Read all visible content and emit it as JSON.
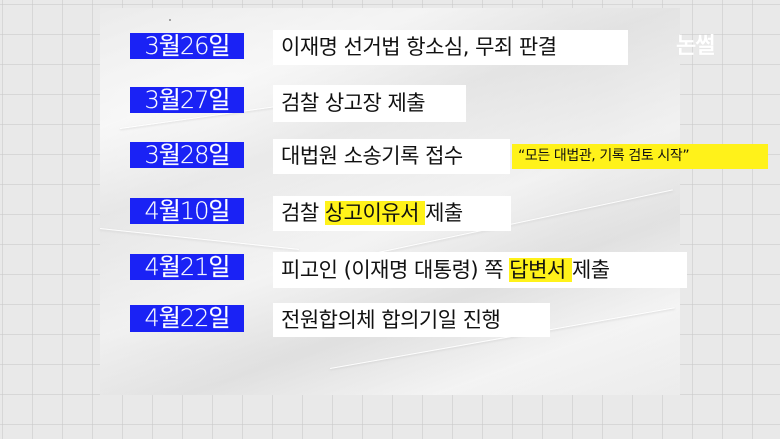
{
  "logo": {
    "text": "논썰",
    "color": "#ffffff"
  },
  "colors": {
    "date_bg": "#1a22f5",
    "date_text": "#ffffff",
    "event_bg": "#ffffff",
    "highlight": "#fff21a",
    "background": "#e9e9e9"
  },
  "timeline": [
    {
      "date": "3월26일",
      "event": "이재명 선거법 항소심, 무죄 판결"
    },
    {
      "date": "3월27일",
      "event": "검찰 상고장 제출"
    },
    {
      "date": "3월28일",
      "event": "대법원 소송기록 접수",
      "quote": "“모든 대법관, 기록 검토 시작”"
    },
    {
      "date": "4월10일",
      "event_before": "검찰 ",
      "event_highlight": "상고이유서 ",
      "event_after": "제출"
    },
    {
      "date": "4월21일",
      "event_before": "피고인 (이재명 대통령) 쪽 ",
      "event_highlight": "답변서 ",
      "event_after": "제출"
    },
    {
      "date": "4월22일",
      "event": "전원합의체 합의기일 진행"
    }
  ]
}
